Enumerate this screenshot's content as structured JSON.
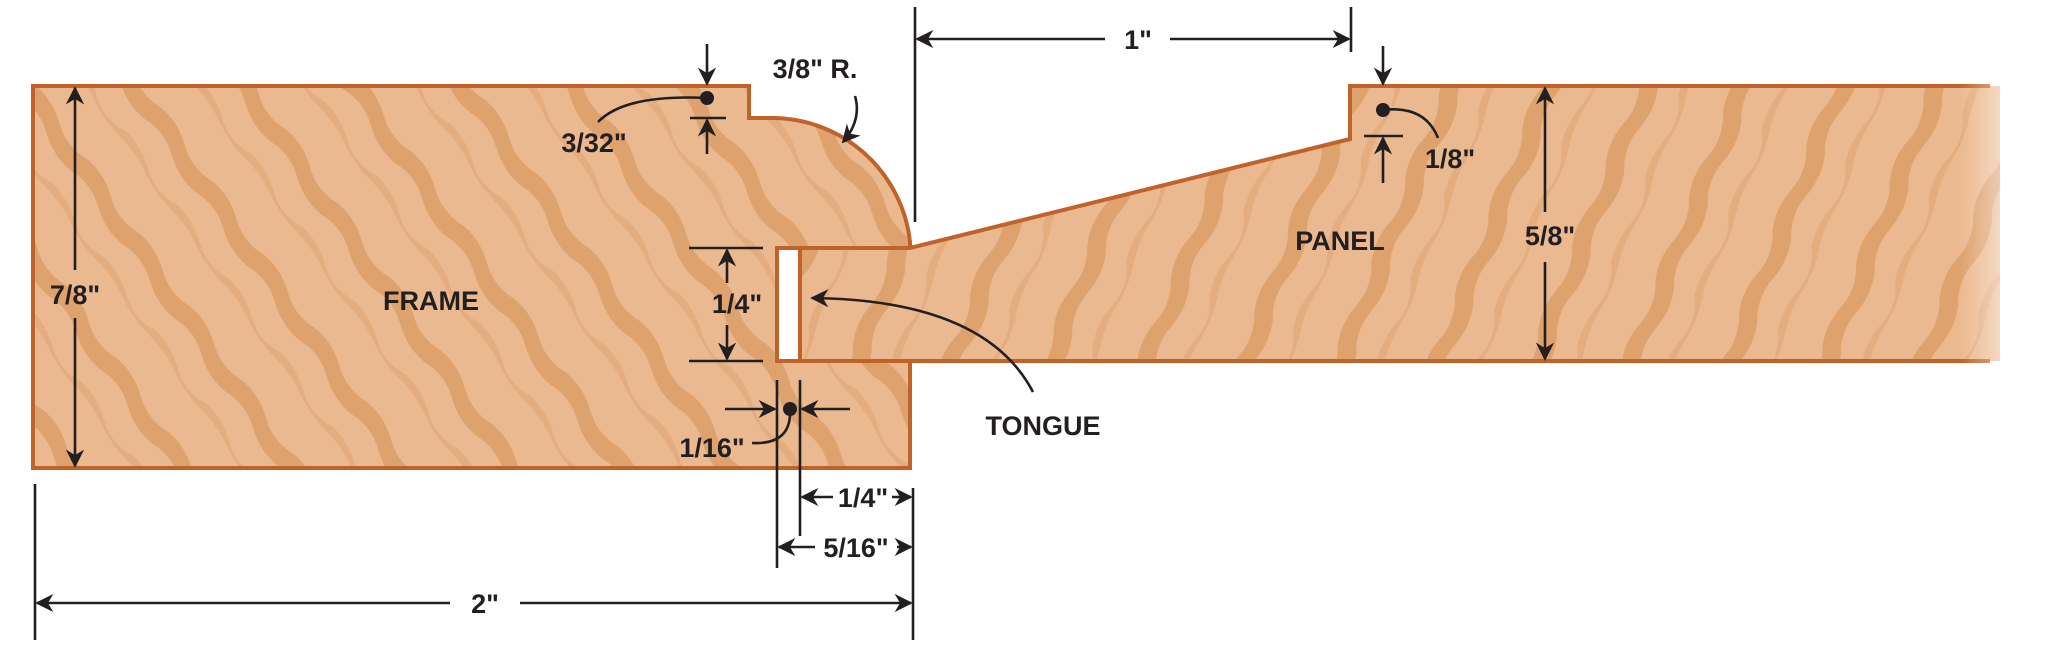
{
  "title_parts": {
    "frame": "FRAME",
    "panel": "PANEL",
    "tongue": "TONGUE"
  },
  "dimensions": {
    "frame_thickness": "7/8\"",
    "frame_width": "2\"",
    "bevel_width": "1\"",
    "radius": "3/8\" R.",
    "frame_step": "3/32\"",
    "groove_width": "1/4\"",
    "groove_gap": "1/16\"",
    "tongue_depth": "1/4\"",
    "groove_depth": "5/16\"",
    "panel_step": "1/8\"",
    "panel_thickness": "5/8\""
  },
  "colors": {
    "wood": "#e9b489",
    "grain": "#d6945e",
    "outline": "#c0632a",
    "ink": "#231f20"
  }
}
